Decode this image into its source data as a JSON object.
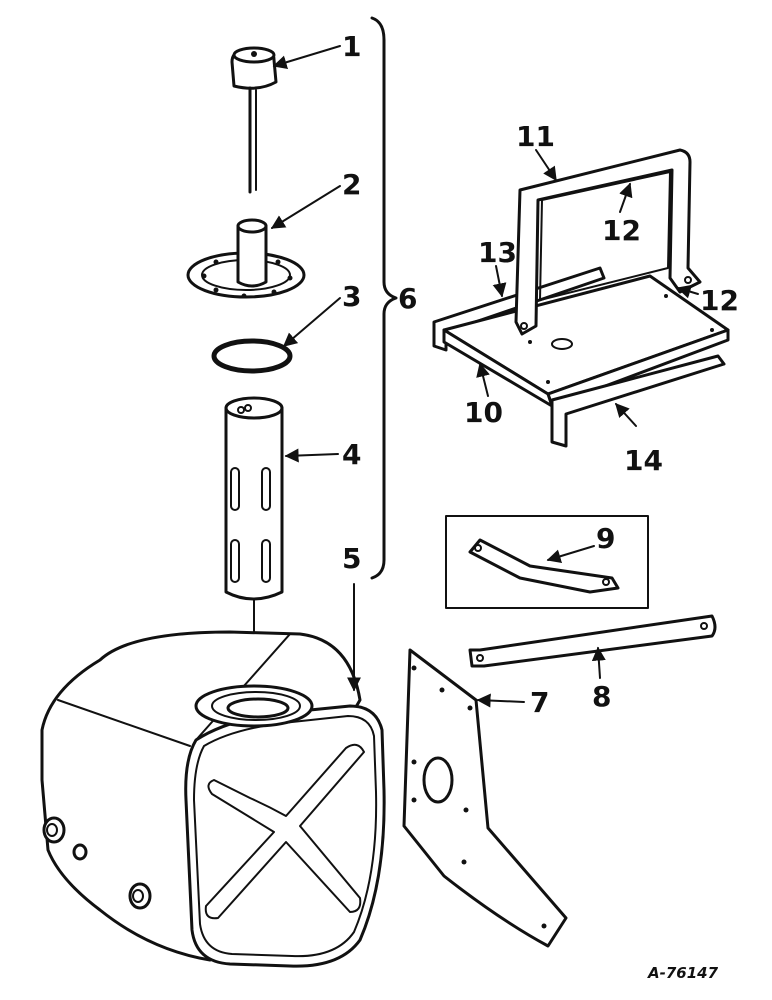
{
  "callouts": {
    "c1": "1",
    "c2": "2",
    "c3": "3",
    "c4": "4",
    "c5": "5",
    "c6": "6",
    "c7": "7",
    "c8": "8",
    "c9": "9",
    "c10": "10",
    "c11": "11",
    "c12a": "12",
    "c12b": "12",
    "c13": "13",
    "c14": "14"
  },
  "reference": "A-76147"
}
